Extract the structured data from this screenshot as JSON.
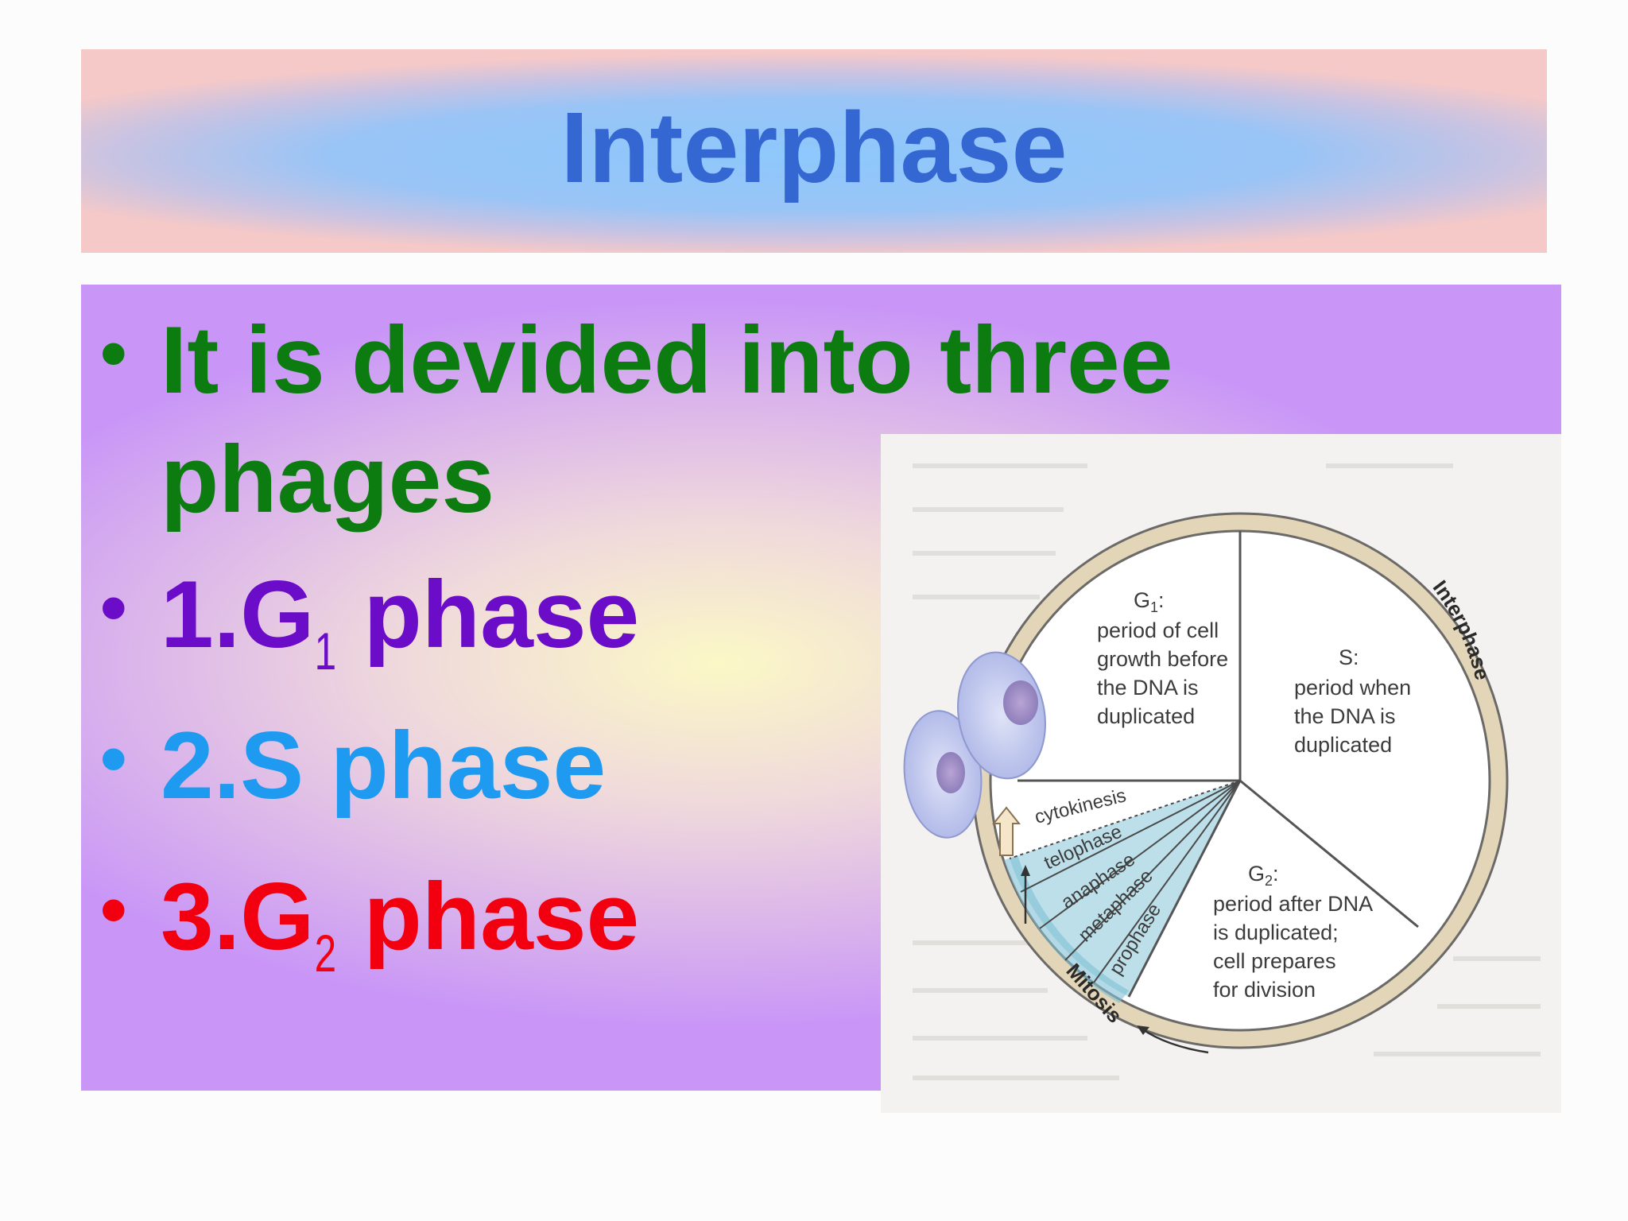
{
  "title": "Interphase",
  "bullets": {
    "b1": {
      "symbol": "•",
      "line1": "It is devided into three",
      "line2": "phages"
    },
    "b2": {
      "symbol": "•",
      "prefix": "1.G",
      "sub": "1",
      "suffix": " phase"
    },
    "b3": {
      "symbol": "•",
      "text": "2.S phase"
    },
    "b4": {
      "symbol": "•",
      "prefix": "3.G",
      "sub": "2",
      "suffix": " phase"
    }
  },
  "colors": {
    "title": "#3567d2",
    "bullet1": "#0c7c10",
    "bullet2": "#6a0cc8",
    "bullet3": "#1e9af0",
    "bullet4": "#f20010"
  },
  "diagram": {
    "ring_label": "Interphase",
    "mitosis_label": "Mitosis",
    "g1": {
      "name": "G",
      "sub": "1",
      "colon": ":",
      "lines": [
        "period of cell",
        "growth before",
        "the DNA is",
        "duplicated"
      ]
    },
    "s": {
      "name": "S:",
      "lines": [
        "period when",
        "the DNA is",
        "duplicated"
      ]
    },
    "g2": {
      "name": "G",
      "sub": "2",
      "colon": ":",
      "lines": [
        "period after DNA",
        "is duplicated;",
        "cell prepares",
        "for division"
      ]
    },
    "mitosis_stages": [
      "cytokinesis",
      "telophase",
      "anaphase",
      "metaphase",
      "prophase"
    ]
  }
}
